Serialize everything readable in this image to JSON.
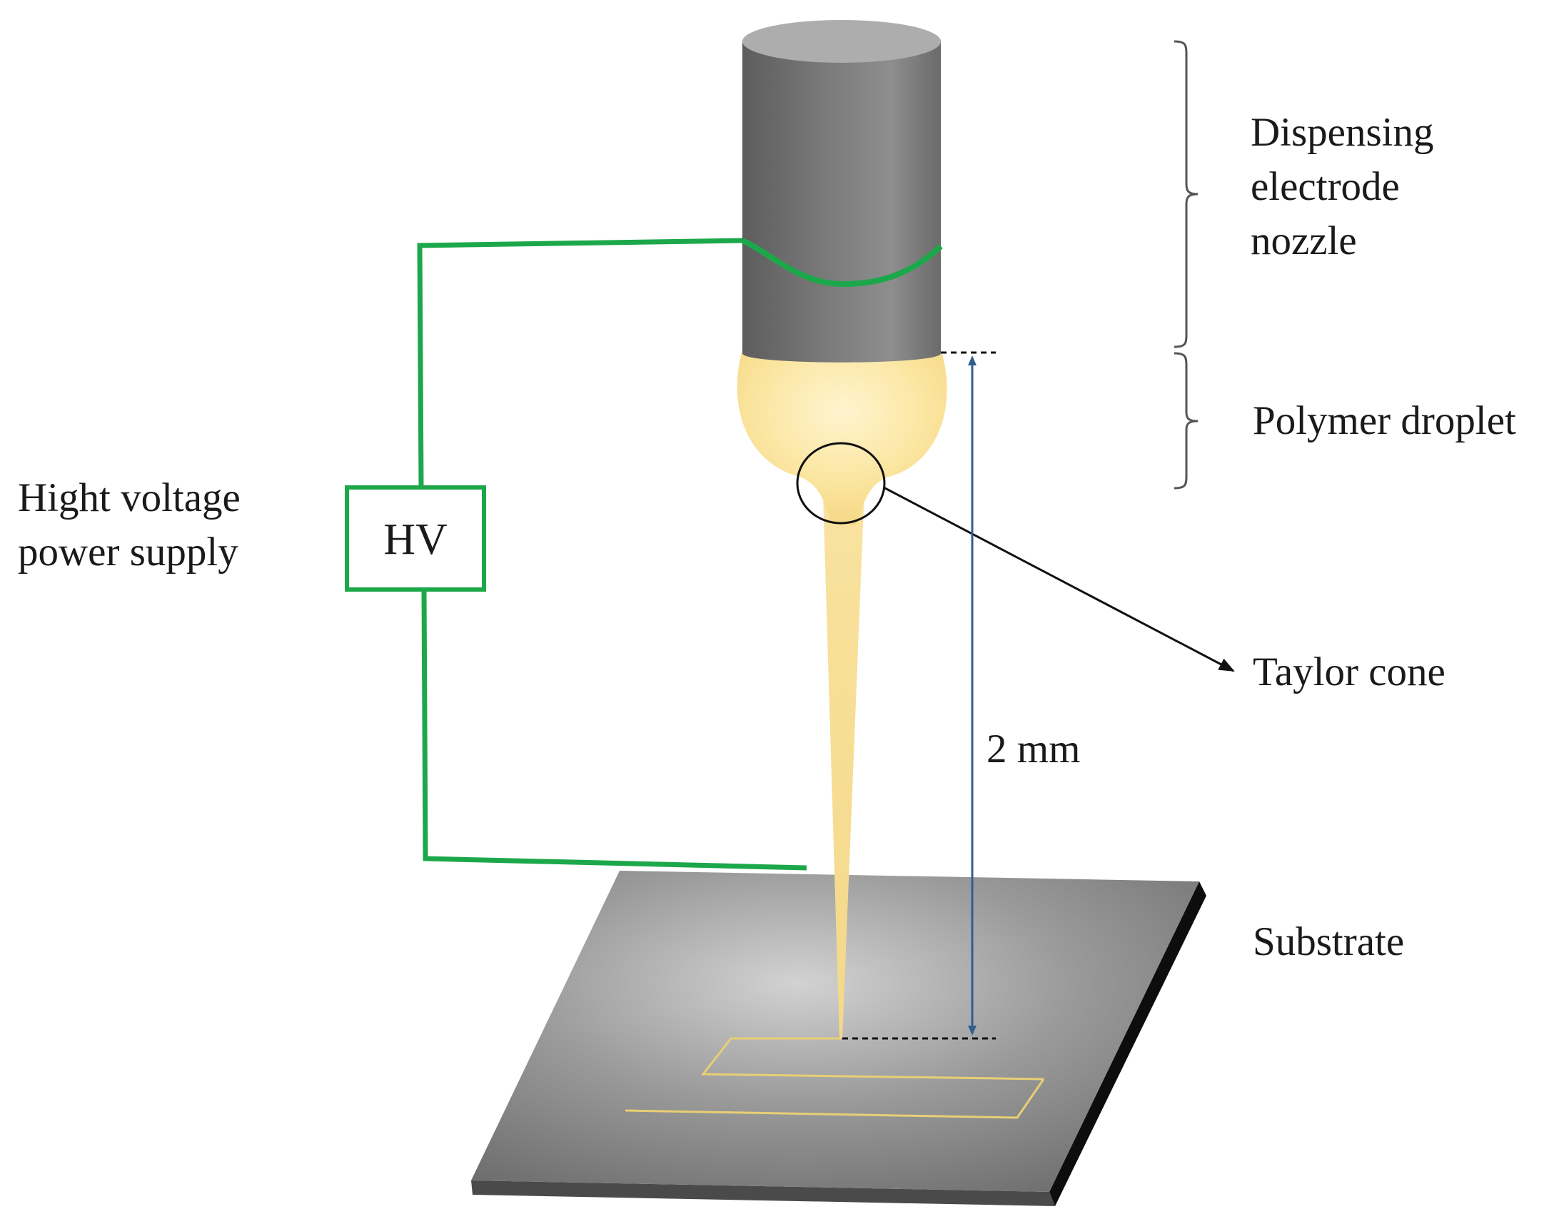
{
  "labels": {
    "nozzle": [
      "Dispensing",
      "electrode",
      "nozzle"
    ],
    "droplet": "Polymer droplet",
    "taylor_cone": "Taylor cone",
    "distance": "2 mm",
    "substrate": "Substrate",
    "power_supply": [
      "Hight voltage",
      "power supply"
    ],
    "hv_box": "HV"
  },
  "colors": {
    "wire": "#1ca84a",
    "nozzle": "#7a7a7a",
    "droplet": "#fbe7a6",
    "jet": "#f8df9a",
    "pattern": "#e8cf74",
    "dimension_arrow": "#2f5f8f",
    "substrate": "#8a8a8a"
  }
}
